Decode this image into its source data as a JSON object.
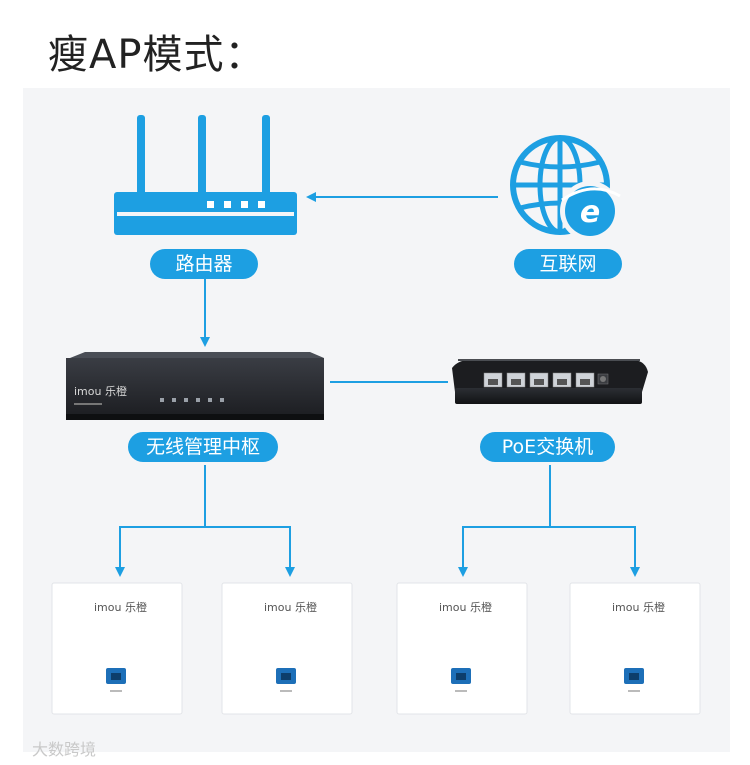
{
  "title": "瘦AP模式：",
  "labels": {
    "router": "路由器",
    "internet": "互联网",
    "controller": "无线管理中枢",
    "poe_switch": "PoE交换机"
  },
  "brand": {
    "device_logo": "imou 乐橙"
  },
  "watermark": "大数跨境",
  "colors": {
    "accent": "#1d9fe2",
    "panel_bg": "#f4f5f7"
  }
}
